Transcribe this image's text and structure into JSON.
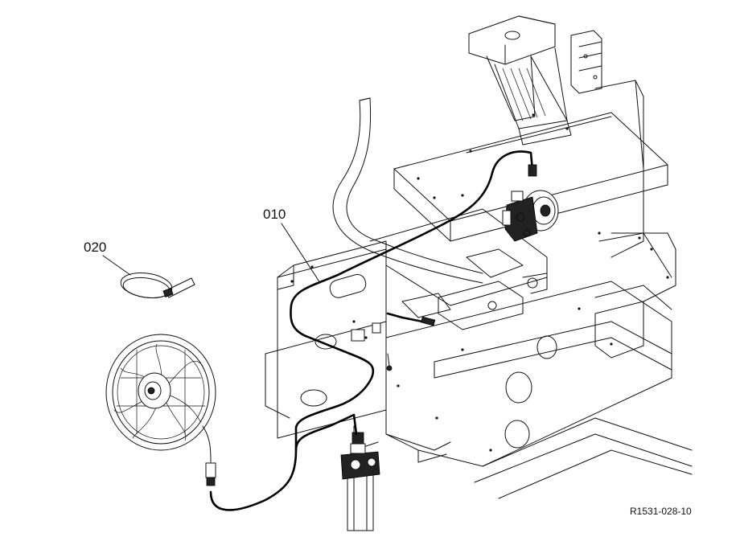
{
  "callouts": [
    {
      "label": "010"
    },
    {
      "label": "020"
    }
  ],
  "reference_code": "R1531-028-10",
  "icons": [
    "fan-motor-icon",
    "cable-tie-icon",
    "compressor-icon",
    "receiver-drier-icon"
  ]
}
